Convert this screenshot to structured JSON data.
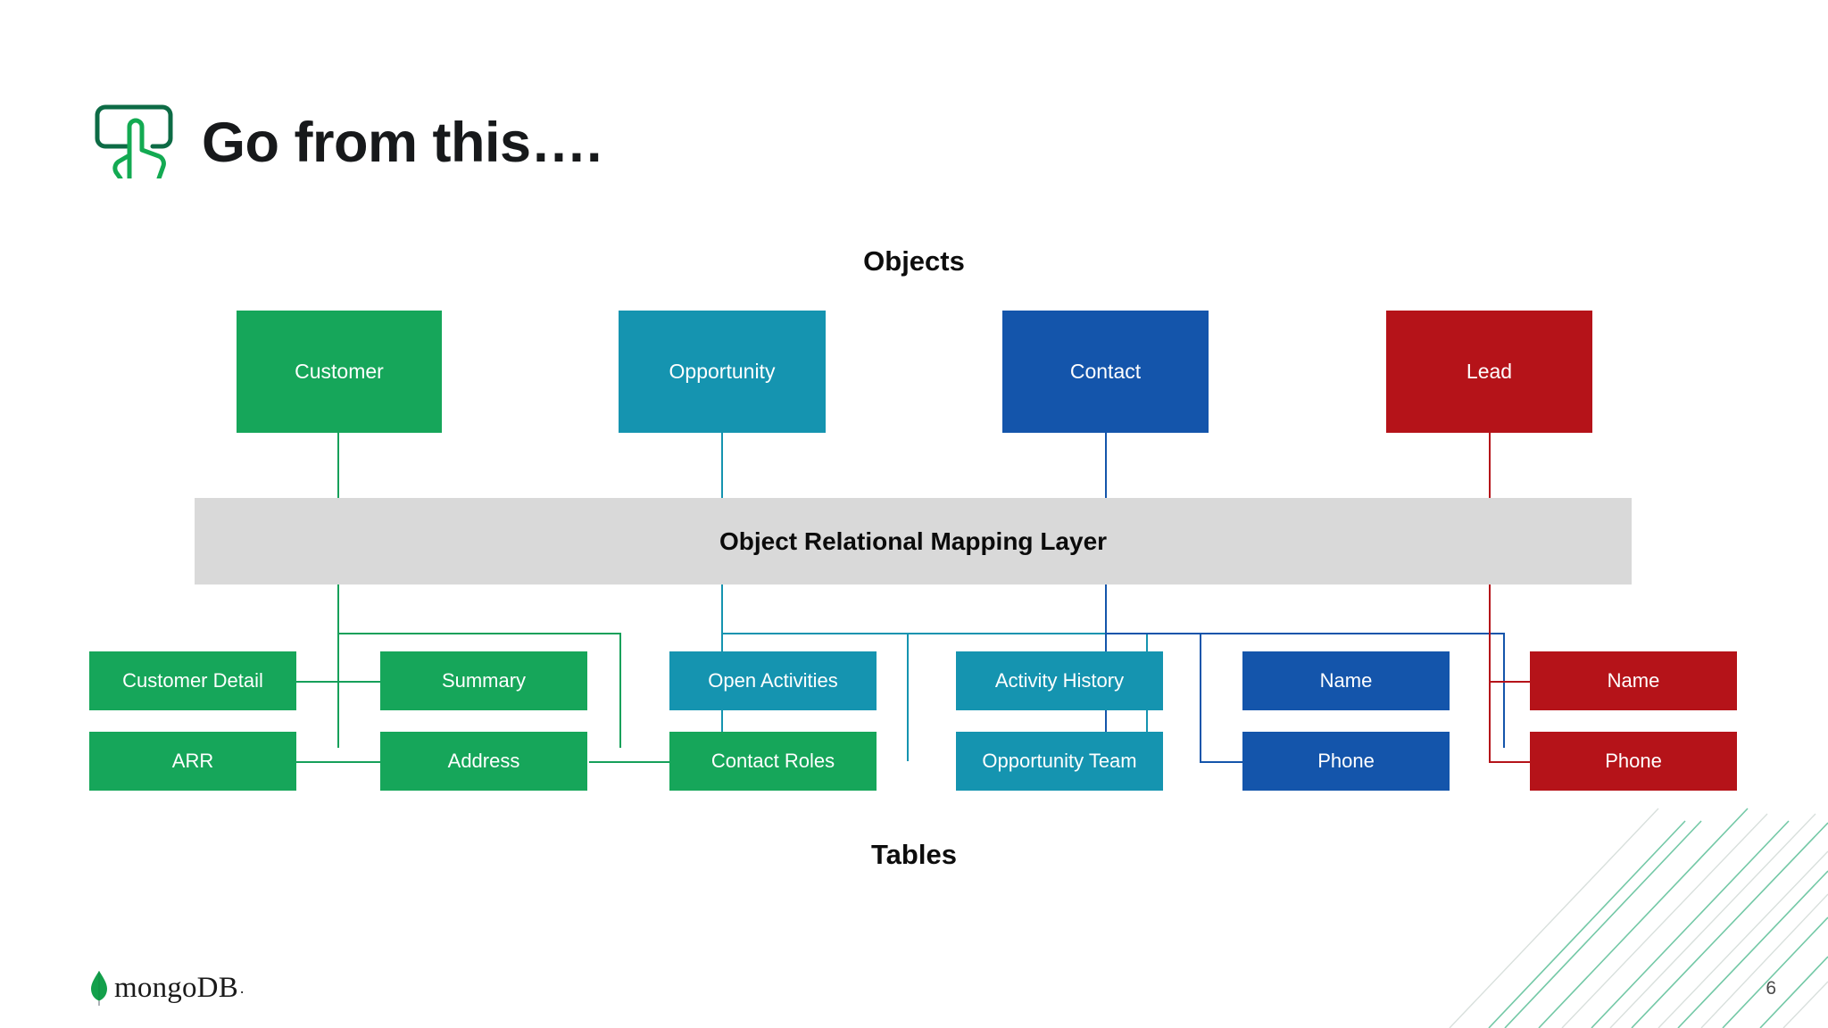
{
  "slide": {
    "title": "Go from this….",
    "page_number": "6",
    "icon": "tap-gesture-icon",
    "brand": "mongoDB",
    "brand_trademark": "."
  },
  "captions": {
    "top": "Objects",
    "bottom": "Tables"
  },
  "orm": {
    "label": "Object Relational Mapping Layer",
    "background": "#d9d9d9"
  },
  "colors": {
    "green": "#16a65a",
    "green_line": "#16a05a",
    "teal": "#1594b0",
    "teal_line": "#1594b0",
    "blue": "#1455ab",
    "blue_line": "#1455ab",
    "red": "#b51319",
    "red_line": "#b51319",
    "title": "#17191b",
    "deco": "#3fa57c",
    "icon_outline": "#0d6b45",
    "icon_hand": "#13aa52"
  },
  "objects": [
    {
      "label": "Customer",
      "color": "#16a65a"
    },
    {
      "label": "Opportunity",
      "color": "#1594b0"
    },
    {
      "label": "Contact",
      "color": "#1455ab"
    },
    {
      "label": "Lead",
      "color": "#b51319"
    }
  ],
  "tables": [
    {
      "label": "Customer Detail",
      "color": "#16a65a",
      "row": 1,
      "group": "customer"
    },
    {
      "label": "Summary",
      "color": "#16a65a",
      "row": 1,
      "group": "customer"
    },
    {
      "label": "ARR",
      "color": "#16a65a",
      "row": 2,
      "group": "customer"
    },
    {
      "label": "Address",
      "color": "#16a65a",
      "row": 2,
      "group": "customer"
    },
    {
      "label": "Open Activities",
      "color": "#1594b0",
      "row": 1,
      "group": "opportunity"
    },
    {
      "label": "Contact Roles",
      "color": "#16a65a",
      "row": 2,
      "group": "opportunity"
    },
    {
      "label": "Activity History",
      "color": "#1594b0",
      "row": 1,
      "group": "opportunity"
    },
    {
      "label": "Opportunity Team",
      "color": "#1594b0",
      "row": 2,
      "group": "opportunity"
    },
    {
      "label": "Name",
      "color": "#1455ab",
      "row": 1,
      "group": "contact"
    },
    {
      "label": "Phone",
      "color": "#1455ab",
      "row": 2,
      "group": "contact"
    },
    {
      "label": "Name",
      "color": "#b51319",
      "row": 1,
      "group": "lead"
    },
    {
      "label": "Phone",
      "color": "#b51319",
      "row": 2,
      "group": "lead"
    }
  ]
}
